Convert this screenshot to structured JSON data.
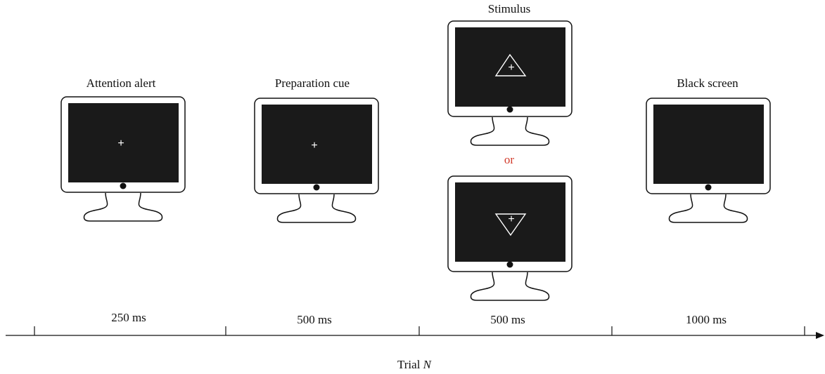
{
  "phases": [
    {
      "label": "Attention alert",
      "screen": "fixation-cross",
      "duration": "250 ms"
    },
    {
      "label": "Preparation cue",
      "screen": "fixation-cross",
      "duration": "500 ms"
    },
    {
      "label": "Stimulus",
      "screen": "upward-triangle-or-downward-triangle",
      "duration": "500 ms",
      "alternative_label": "or"
    },
    {
      "label": "Black screen",
      "screen": "blank",
      "duration": "1000 ms"
    }
  ],
  "screen_symbols": {
    "cross": "+"
  },
  "timeline": {
    "label_prefix": "Trial ",
    "label_var": "N"
  },
  "colors": {
    "screen": "#1a1a1a",
    "line": "#111111",
    "or_text": "#d13a2a",
    "symbol": "#ffffff"
  }
}
